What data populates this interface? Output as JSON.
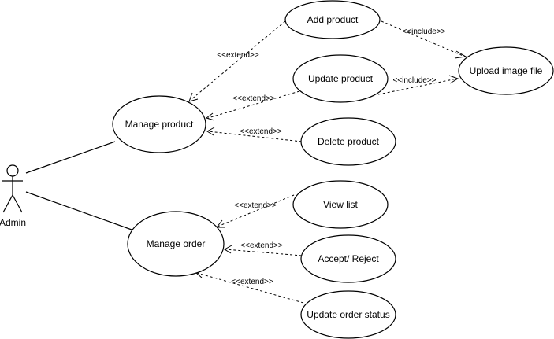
{
  "actor": {
    "label": "Admin"
  },
  "use_cases": {
    "manage_product": "Manage product",
    "manage_order": "Manage order",
    "add_product": "Add product",
    "update_product": "Update product",
    "delete_product": "Delete product",
    "upload_image_file": "Upload image file",
    "view_list": "View list",
    "accept_reject": "Accept/ Reject",
    "update_order_status": "Update order status"
  },
  "relations": {
    "extend": "<<extend>>",
    "include": "<<include>>"
  }
}
